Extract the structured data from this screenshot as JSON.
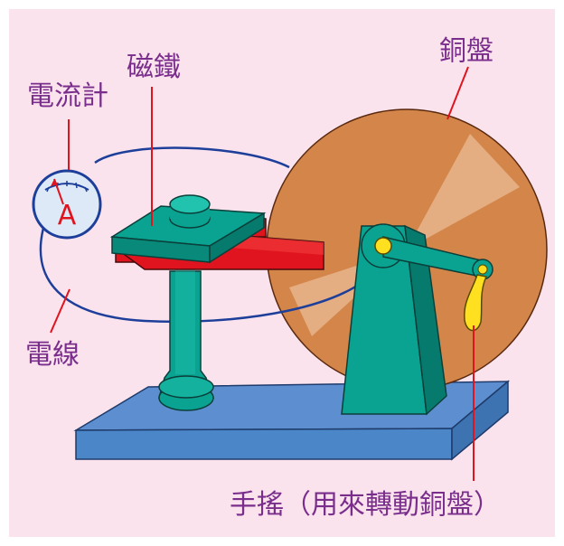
{
  "labels": {
    "ammeter": "電流計",
    "magnet": "磁鐵",
    "copper_disc": "銅盤",
    "wire": "電線",
    "handle": "手搖（用來轉動銅盤）"
  },
  "ammeter_dial": {
    "letter": "A"
  },
  "colors": {
    "background": "#fbe3ee",
    "frame": "#ffffff",
    "label_text": "#7a2e8c",
    "leader_line": "#e0141e",
    "magnet": "#e0141e",
    "stand": "#0aa391",
    "base": "#4a86c8",
    "copper_disc": "#d4864a",
    "wire": "#1d3f9a",
    "crank_handle": "#ffe020"
  }
}
